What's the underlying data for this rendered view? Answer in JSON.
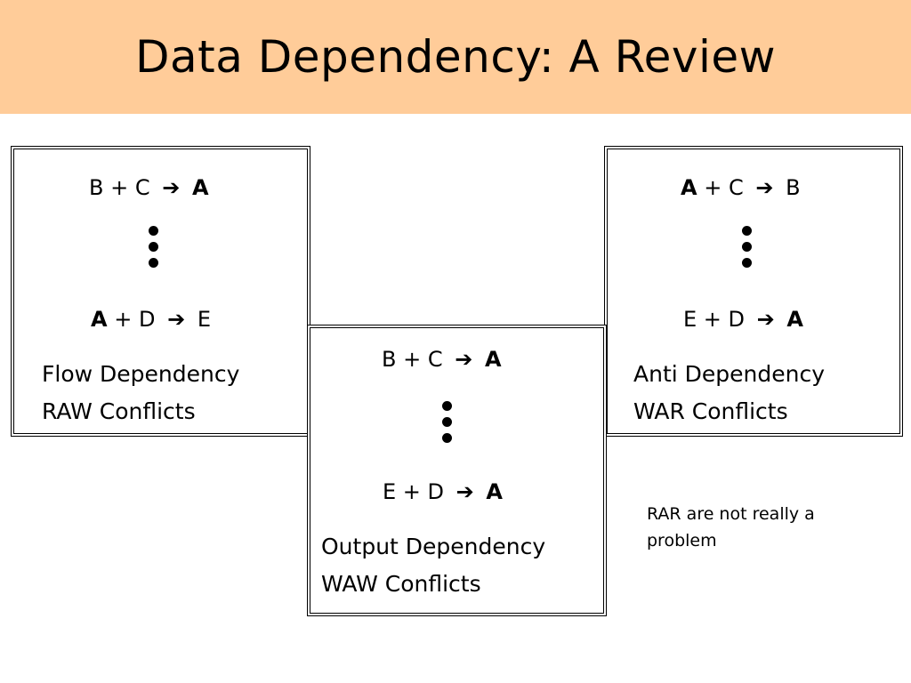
{
  "slide": {
    "title": "Data Dependency: A Review",
    "header_color": "#ffcc99"
  },
  "arrow_glyph": "➔",
  "boxes": [
    {
      "id": "flow",
      "line1": {
        "parts": [
          {
            "text": "B + C",
            "bold": false
          },
          {
            "text": "A",
            "bold": true
          }
        ]
      },
      "line2": {
        "parts": [
          {
            "text": "A",
            "bold": true
          },
          {
            "text": "+ D",
            "bold": false
          },
          {
            "text": "E",
            "bold": false
          }
        ]
      },
      "label1": "Flow Dependency",
      "label2": "RAW Conflicts"
    },
    {
      "id": "output",
      "line1": {
        "parts": [
          {
            "text": "B + C",
            "bold": false
          },
          {
            "text": "A",
            "bold": true
          }
        ]
      },
      "line2": {
        "parts": [
          {
            "text": "E + D",
            "bold": false
          },
          {
            "text": "A",
            "bold": true
          }
        ]
      },
      "label1": "Output Dependency",
      "label2": "WAW Conflicts"
    },
    {
      "id": "anti",
      "line1": {
        "parts": [
          {
            "text": "A",
            "bold": true
          },
          {
            "text": "+ C",
            "bold": false
          },
          {
            "text": "B",
            "bold": false
          }
        ]
      },
      "line2": {
        "parts": [
          {
            "text": "E + D",
            "bold": false
          },
          {
            "text": "A",
            "bold": true
          }
        ]
      },
      "label1": "Anti Dependency",
      "label2": "WAR Conflicts"
    }
  ],
  "note": "RAR are not really a problem"
}
